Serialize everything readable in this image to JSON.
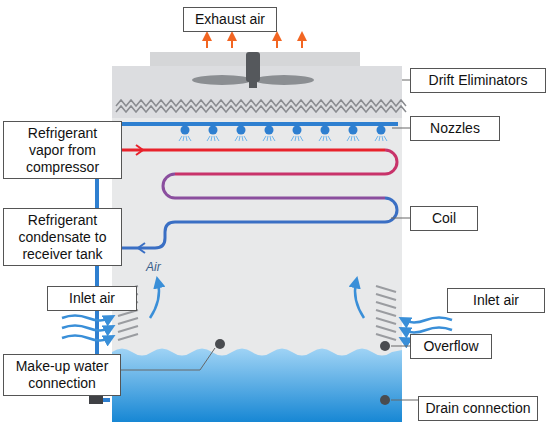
{
  "diagram": {
    "nodes": [
      {
        "text": [
          "Exhaust air"
        ]
      },
      {
        "text": [
          "Drift Eliminators"
        ]
      },
      {
        "text": [
          "Refrigerant vapor from compressor"
        ]
      },
      {
        "text": [
          "Nozzles"
        ]
      },
      {
        "text": [
          "Coil"
        ]
      },
      {
        "text": [
          "Refrigerant condensate to receiver tank"
        ]
      },
      {
        "text": [
          "Inlet air"
        ]
      },
      {
        "text": [
          "Inlet air"
        ]
      },
      {
        "text": [
          "Make-up water connection"
        ]
      },
      {
        "text": [
          "Overflow"
        ]
      },
      {
        "text": [
          "Drain connection"
        ]
      }
    ],
    "labels": [
      "Air"
    ]
  }
}
